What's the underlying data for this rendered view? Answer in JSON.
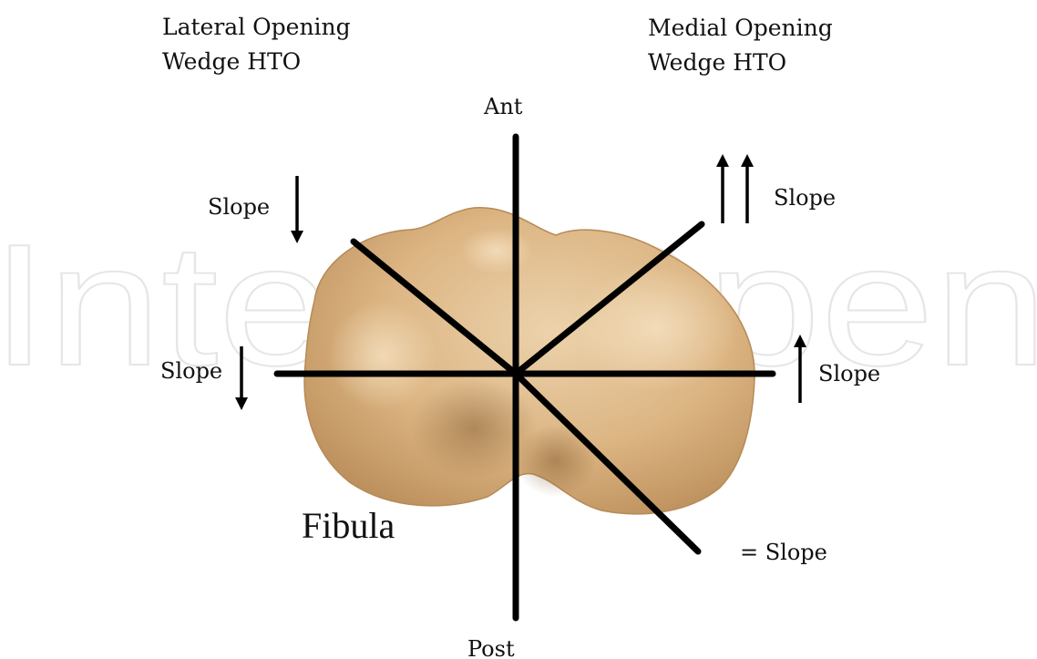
{
  "headings": {
    "lateral_line1": "Lateral Opening",
    "lateral_line2": "Wedge HTO",
    "medial_line1": "Medial Opening",
    "medial_line2": "Wedge HTO"
  },
  "axis": {
    "anterior": "Ant",
    "posterior": "Post"
  },
  "labels": {
    "slope_upper_left": "Slope",
    "slope_mid_left": "Slope",
    "slope_upper_right": "Slope",
    "slope_mid_right": "Slope",
    "slope_equal": "= Slope",
    "fibula": "Fibula"
  },
  "watermark": "IntechOpen",
  "colors": {
    "bone_light": "#e8c9a0",
    "bone_mid": "#d7ae7a",
    "bone_dark": "#a97d4c",
    "line": "#000000"
  }
}
